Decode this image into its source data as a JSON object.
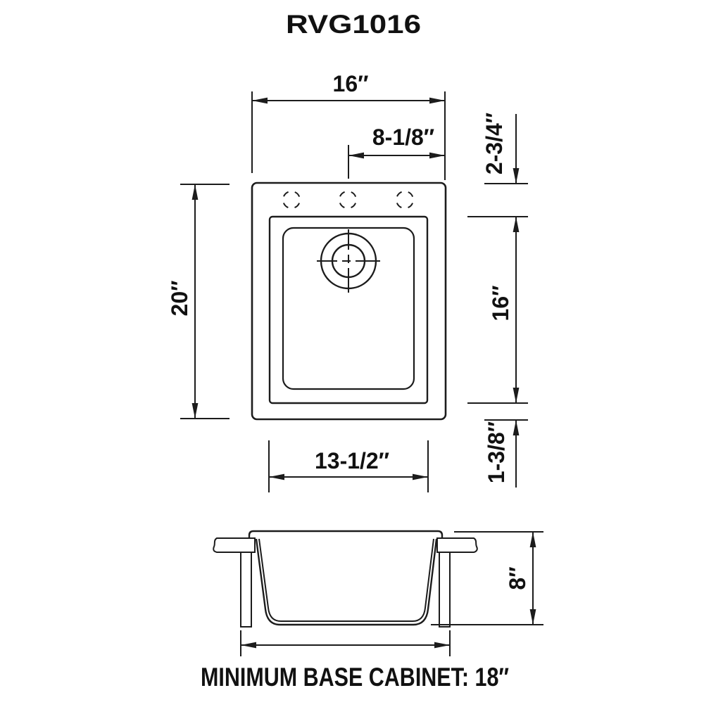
{
  "title": "RVG1016",
  "colors": {
    "line": "#1c1c1c",
    "text": "#111111",
    "background": "#ffffff"
  },
  "top_view": {
    "overall_width": "16″",
    "center_to_right_edge": "8-1/8″",
    "top_edge_to_bowl": "2-3/4″",
    "bowl_length": "16″",
    "bowl_to_bottom_edge": "1-3/8″",
    "overall_depth": "20″",
    "bowl_width": "13-1/2″",
    "faucet_hole_count": 3
  },
  "side_view": {
    "bowl_depth": "8″"
  },
  "footer": {
    "note": "MINIMUM BASE CABINET: 18″"
  }
}
